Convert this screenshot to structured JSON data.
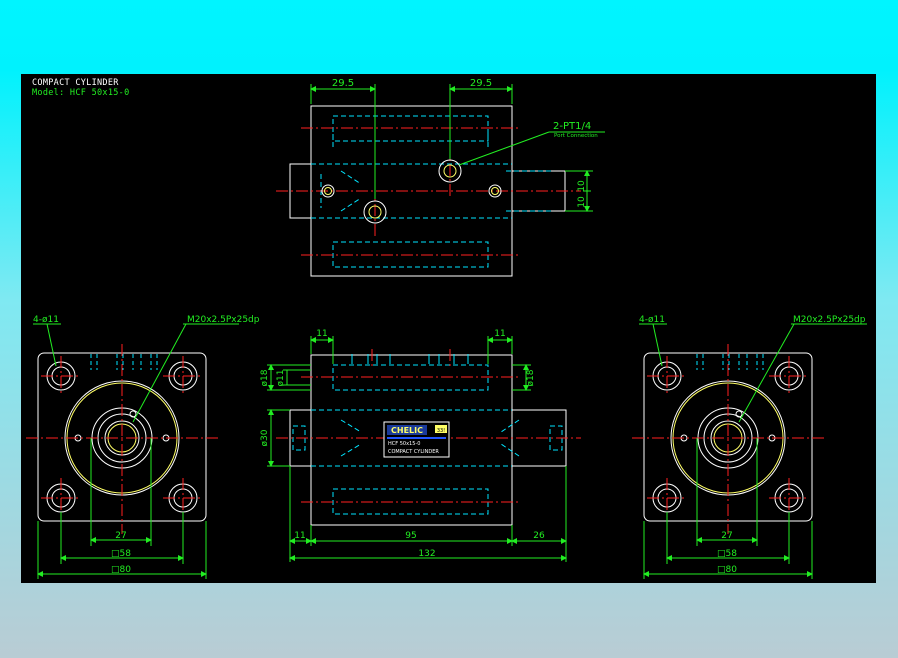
{
  "title": "COMPACT CYLINDER",
  "model": "Model: HCF 50x15-0",
  "colors": {
    "background_top": "#00f5ff",
    "background_bottom": "#b9ccd4",
    "canvas": "#000000",
    "outline": "#ffffff",
    "hidden": "#00e5ff",
    "center": "#ff2020",
    "dimension": "#22ee22",
    "thread": "#ffff66",
    "label_plate": "#1a3a9a"
  },
  "top_view": {
    "dim_left": "29.5",
    "dim_right": "29.5",
    "port_label": "2-PT1/4",
    "port_note": "Port Connection",
    "dim_rod_1": "10",
    "dim_rod_2": "10"
  },
  "left_view": {
    "holes": "4-ø11",
    "thread": "M20x2.5Px25dp",
    "dim_27": "27",
    "dim_58": "□58",
    "dim_80": "□80"
  },
  "front_view": {
    "dim_top_11": "11",
    "dim_right_11": "11",
    "dia_18_left": "ø18",
    "dia_11": "ø11",
    "dia_18_right": "ø18",
    "dia_30": "ø30",
    "dim_11": "11",
    "dim_95": "95",
    "dim_26": "26",
    "dim_132": "132",
    "plate_brand": "CHELIC",
    "plate_badge": "33!",
    "plate_model": "HCF 50x15-0",
    "plate_name": "COMPACT CYLINDER"
  },
  "right_view": {
    "holes": "4-ø11",
    "thread": "M20x2.5Px25dp",
    "dim_27": "27",
    "dim_58": "□58",
    "dim_80": "□80"
  }
}
